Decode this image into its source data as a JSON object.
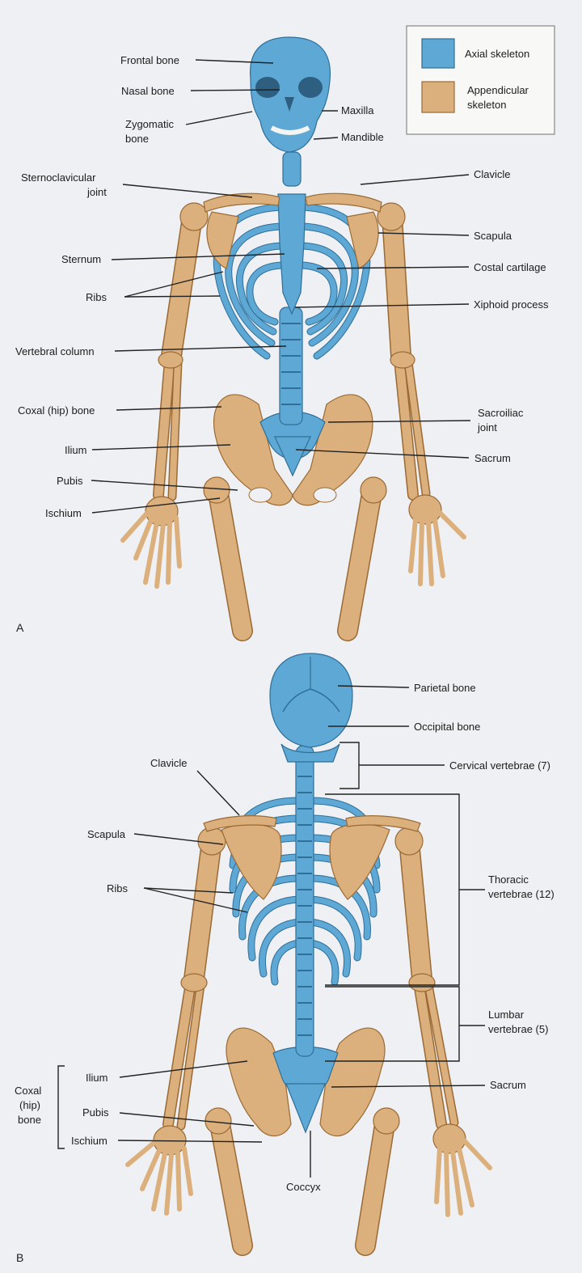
{
  "colors": {
    "axial": "#5ea8d6",
    "appendicular": "#dcb07c"
  },
  "legend": {
    "axial_label": "Axial skeleton",
    "appendicular_label_1": "Appendicular",
    "appendicular_label_2": "skeleton"
  },
  "panel_a": {
    "letter": "A",
    "labels": {
      "frontal_bone": "Frontal bone",
      "nasal_bone": "Nasal bone",
      "zygomatic_1": "Zygomatic",
      "zygomatic_2": "bone",
      "maxilla": "Maxilla",
      "mandible": "Mandible",
      "sternoclavicular_1": "Sternoclavicular",
      "sternoclavicular_2": "joint",
      "clavicle": "Clavicle",
      "scapula": "Scapula",
      "sternum": "Sternum",
      "costal_cartilage": "Costal cartilage",
      "ribs": "Ribs",
      "xiphoid_process": "Xiphoid process",
      "vertebral_column": "Vertebral column",
      "coxal_bone": "Coxal (hip) bone",
      "sacroiliac_1": "Sacroiliac",
      "sacroiliac_2": "joint",
      "ilium": "Ilium",
      "sacrum": "Sacrum",
      "pubis": "Pubis",
      "ischium": "Ischium"
    }
  },
  "panel_b": {
    "letter": "B",
    "labels": {
      "parietal_bone": "Parietal bone",
      "occipital_bone": "Occipital bone",
      "clavicle": "Clavicle",
      "cervical_vertebrae": "Cervical vertebrae (7)",
      "scapula": "Scapula",
      "ribs": "Ribs",
      "thoracic_1": "Thoracic",
      "thoracic_2": "vertebrae (12)",
      "lumbar_1": "Lumbar",
      "lumbar_2": "vertebrae (5)",
      "coxal_1": "Coxal",
      "coxal_2": "(hip)",
      "coxal_3": "bone",
      "ilium": "Ilium",
      "sacrum": "Sacrum",
      "pubis": "Pubis",
      "ischium": "Ischium",
      "coccyx": "Coccyx"
    }
  }
}
